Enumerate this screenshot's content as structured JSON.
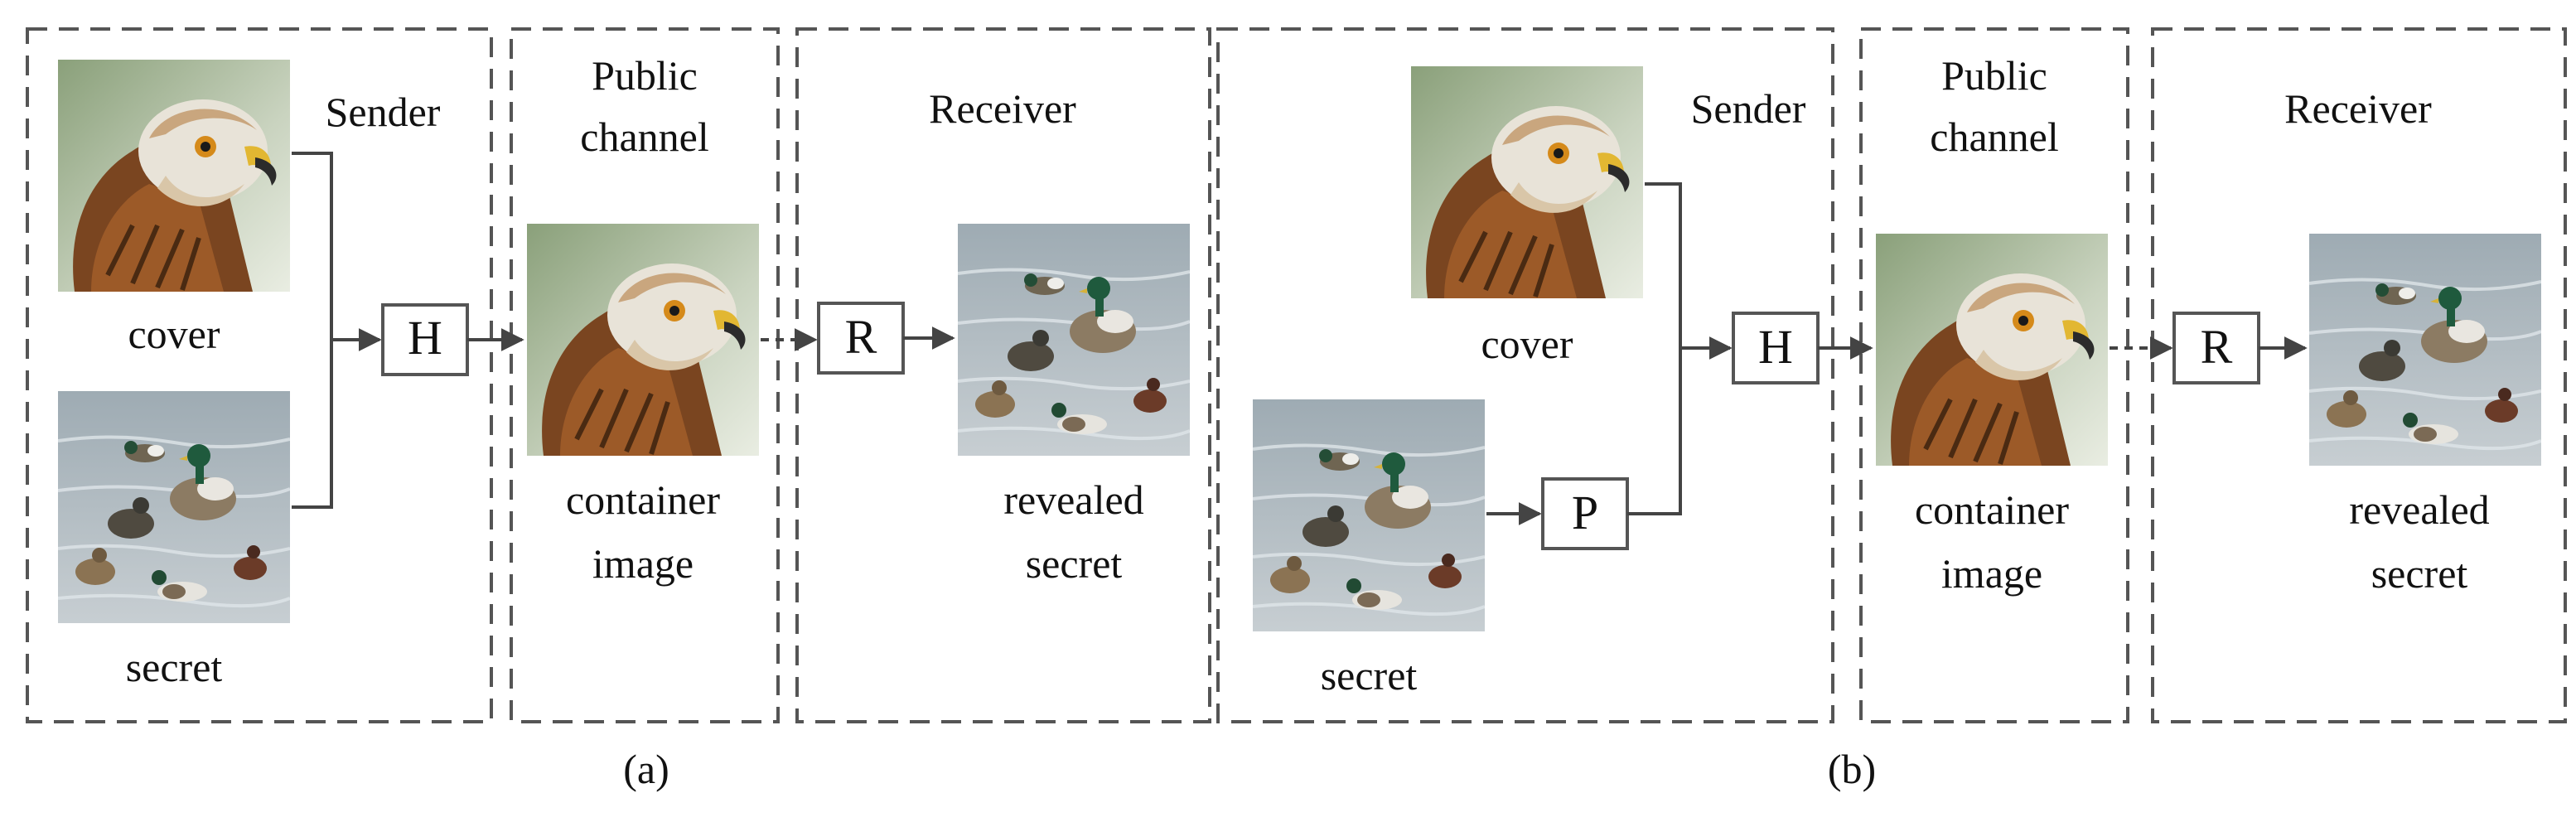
{
  "panel_a": {
    "caption": "(a)",
    "sender_label": "Sender",
    "public_label_line1": "Public",
    "public_label_line2": "channel",
    "receiver_label": "Receiver",
    "cover_label": "cover",
    "secret_label": "secret",
    "hide_node": "H",
    "reveal_node": "R",
    "container_line1": "container",
    "container_line2": "image",
    "revealed_line1": "revealed",
    "revealed_line2": "secret"
  },
  "panel_b": {
    "caption": "(b)",
    "sender_label": "Sender",
    "public_label_line1": "Public",
    "public_label_line2": "channel",
    "receiver_label": "Receiver",
    "cover_label": "cover",
    "secret_label": "secret",
    "hide_node": "H",
    "prep_node": "P",
    "reveal_node": "R",
    "container_line1": "container",
    "container_line2": "image",
    "revealed_line1": "revealed",
    "revealed_line2": "secret"
  },
  "colors": {
    "box_stroke": "#555555",
    "arrow": "#444444",
    "hawk_brown": "#8a4e22",
    "hawk_head": "#e6e1d6",
    "water": "#b7c1c6"
  },
  "images": {
    "cover": "hawk-photo",
    "secret": "ducks-on-water-photo"
  }
}
